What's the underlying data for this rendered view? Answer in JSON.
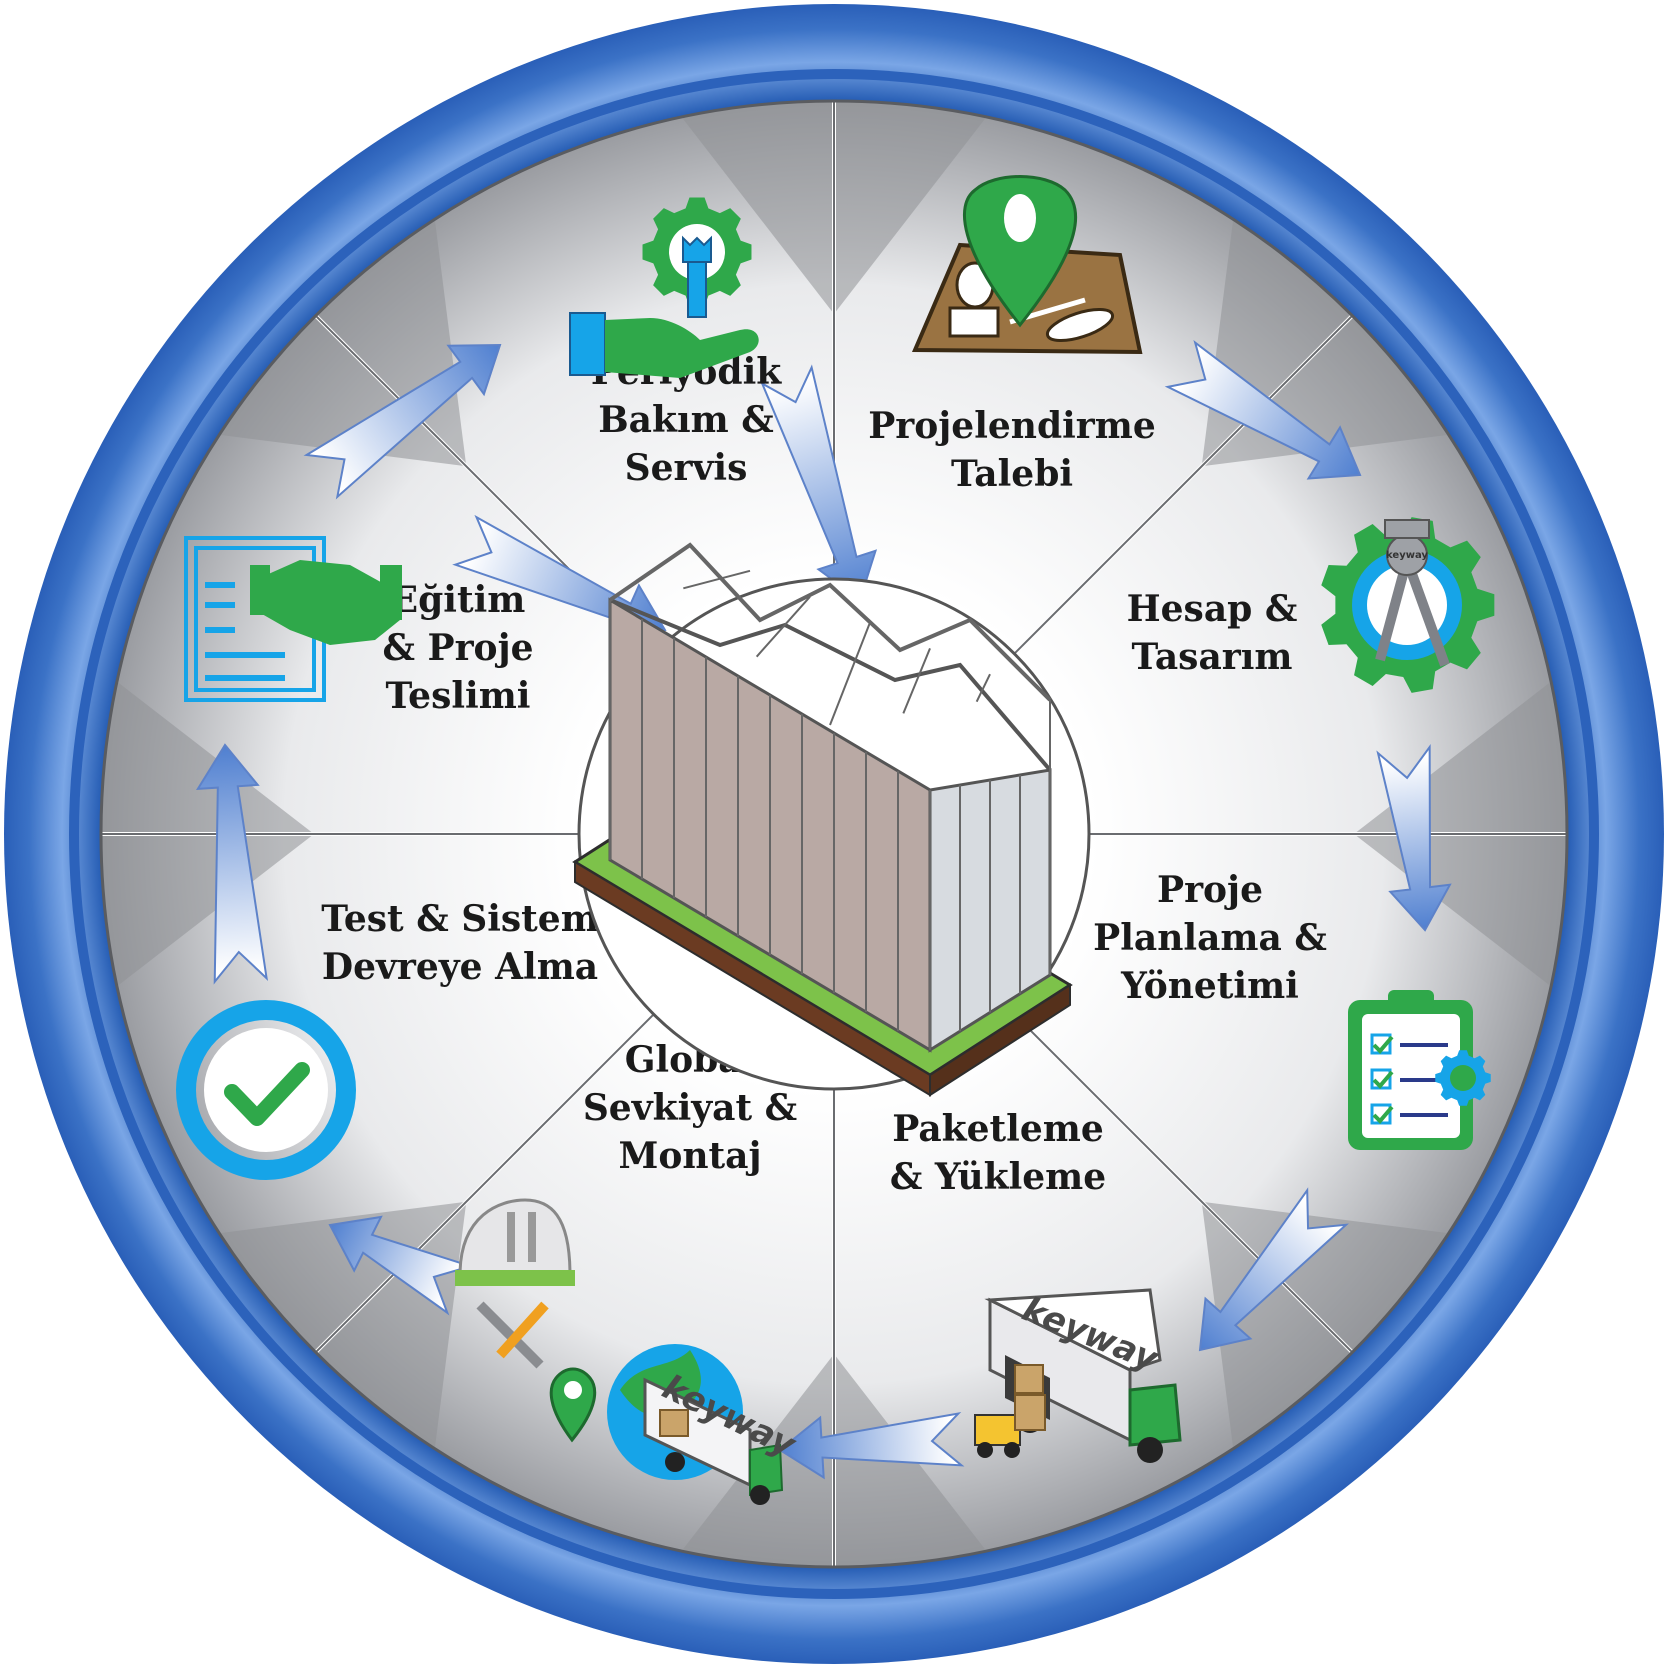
{
  "colors": {
    "outer_ring": "#3a73c4",
    "ring_light": "#6c9be0",
    "icon_green": "#2fa84a",
    "icon_blue": "#16a4e8",
    "sector_dark": "#8b8d92",
    "sector_light": "#ffffff",
    "arrow_blue": "#4f7fd0"
  },
  "stages": [
    {
      "id": "projelendirme",
      "lines": [
        "Projelendirme",
        "Talebi"
      ],
      "icon": "map-pin-blueprint-icon"
    },
    {
      "id": "hesap",
      "lines": [
        "Hesap &",
        "Tasarım"
      ],
      "icon": "gear-compass-icon"
    },
    {
      "id": "planlama",
      "lines": [
        "Proje",
        "Planlama &",
        "Yönetimi"
      ],
      "icon": "clipboard-checklist-icon"
    },
    {
      "id": "paketleme",
      "lines": [
        "Paketleme",
        "& Yükleme"
      ],
      "icon": "truck-forklift-icon"
    },
    {
      "id": "sevkiyat",
      "lines": [
        "Global",
        "Sevkiyat &",
        "Montaj"
      ],
      "icon": "globe-truck-helmet-icon"
    },
    {
      "id": "test",
      "lines": [
        "Test & Sistem",
        "Devreye Alma"
      ],
      "icon": "checkmark-circle-icon"
    },
    {
      "id": "egitim",
      "lines": [
        "Eğitim",
        "& Proje",
        "Teslimi"
      ],
      "icon": "handshake-document-icon"
    },
    {
      "id": "bakim",
      "lines": [
        "Periyodik",
        "Bakım &",
        "Servis"
      ],
      "icon": "hand-gear-wrench-icon"
    }
  ],
  "brand": {
    "logo_text": "keyway"
  },
  "center": {
    "icon": "greenhouse-icon"
  }
}
